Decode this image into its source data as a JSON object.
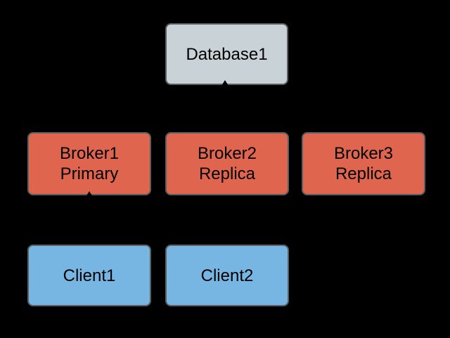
{
  "diagram": {
    "nodes": {
      "database1": {
        "label": "Database1"
      },
      "broker1": {
        "line1": "Broker1",
        "line2": "Primary"
      },
      "broker2": {
        "line1": "Broker2",
        "line2": "Replica"
      },
      "broker3": {
        "line1": "Broker3",
        "line2": "Replica"
      },
      "client1": {
        "label": "Client1"
      },
      "client2": {
        "label": "Client2"
      }
    },
    "connectors": [
      {
        "from": "broker2",
        "to": "database1",
        "arrowhead_at": "database1-bottom-center"
      },
      {
        "from": "client1",
        "to": "broker1",
        "arrowhead_at": "broker1-bottom"
      }
    ]
  },
  "colors": {
    "background": "#000000",
    "database_fill": "#c9d3d7",
    "broker_fill": "#e0654e",
    "client_fill": "#77b6e2",
    "border": "#5b5f61",
    "text": "#000000",
    "connector": "#000000"
  }
}
